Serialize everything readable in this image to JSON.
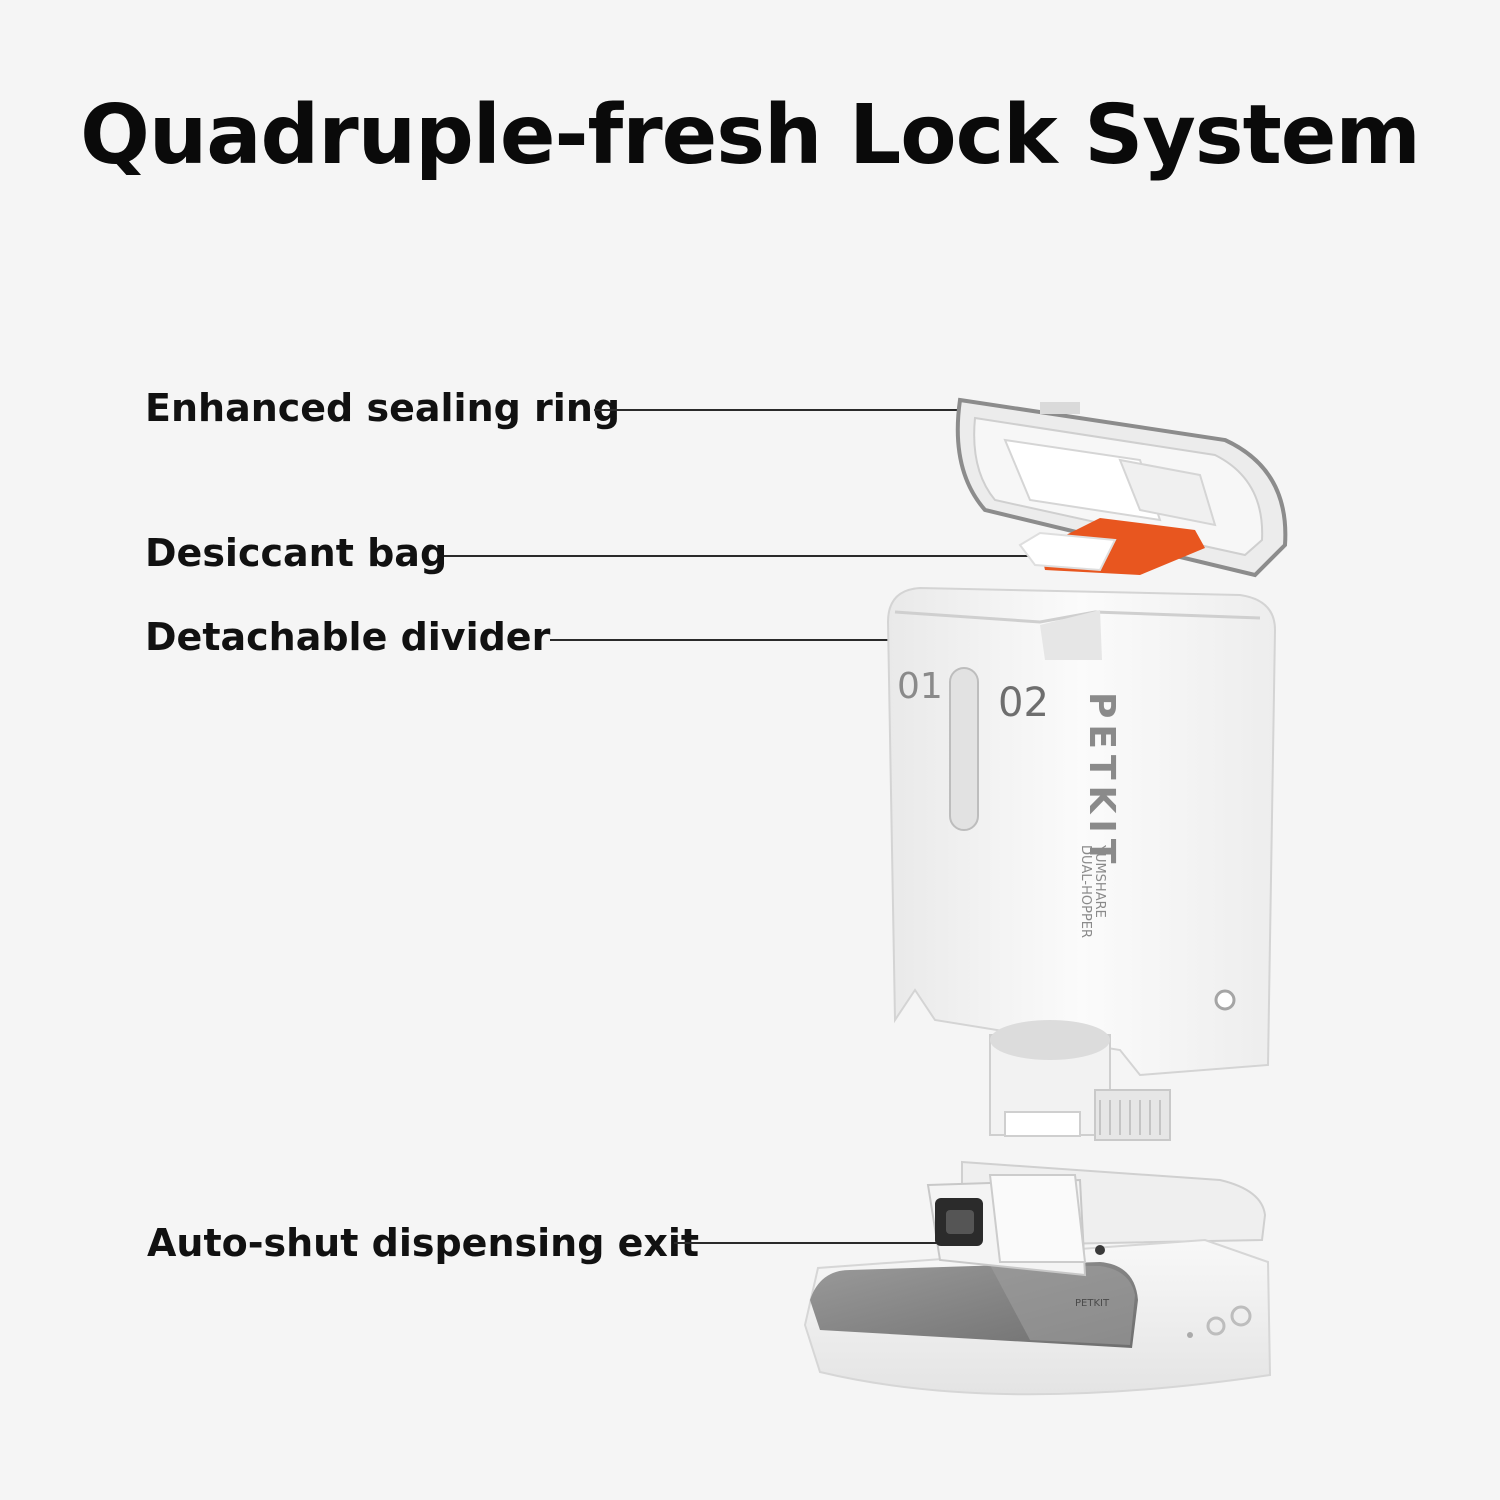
{
  "title": "Quadruple-fresh Lock System",
  "callouts": [
    {
      "label": "Enhanced sealing ring"
    },
    {
      "label": "Desiccant bag"
    },
    {
      "label": "Detachable divider"
    },
    {
      "label": "Auto-shut dispensing exit"
    }
  ],
  "product": {
    "brand": "PETKIT",
    "model_line1": "YUMSHARE",
    "model_line2": "DUAL-HOPPER",
    "bowl_logo": "PETKIT",
    "compartment_1": "01",
    "compartment_2": "02",
    "accent_color": "#e8561f"
  }
}
